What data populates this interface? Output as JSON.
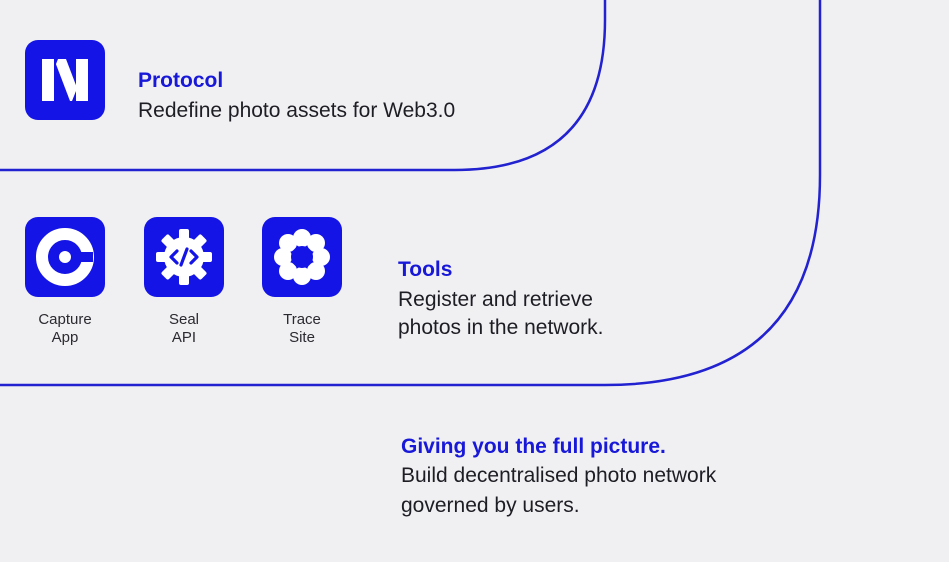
{
  "protocol": {
    "title": "Protocol",
    "description": "Redefine photo assets for Web3.0",
    "icon": "numbers-protocol-logo-icon"
  },
  "tools": {
    "title": "Tools",
    "description_lines": [
      "Register and retrieve",
      "photos in the network."
    ],
    "items": [
      {
        "line1": "Capture",
        "line2": "App",
        "icon": "capture-app-icon"
      },
      {
        "line1": "Seal",
        "line2": "API",
        "icon": "seal-api-icon"
      },
      {
        "line1": "Trace",
        "line2": "Site",
        "icon": "trace-site-icon"
      }
    ]
  },
  "network": {
    "title": "Giving you the full picture.",
    "description_lines": [
      "Build decentralised photo network",
      "governed by users."
    ]
  },
  "colors": {
    "accent": "#1414e6",
    "heading": "#1818d8",
    "background": "#f0f0f2",
    "text": "#1d1d24"
  }
}
